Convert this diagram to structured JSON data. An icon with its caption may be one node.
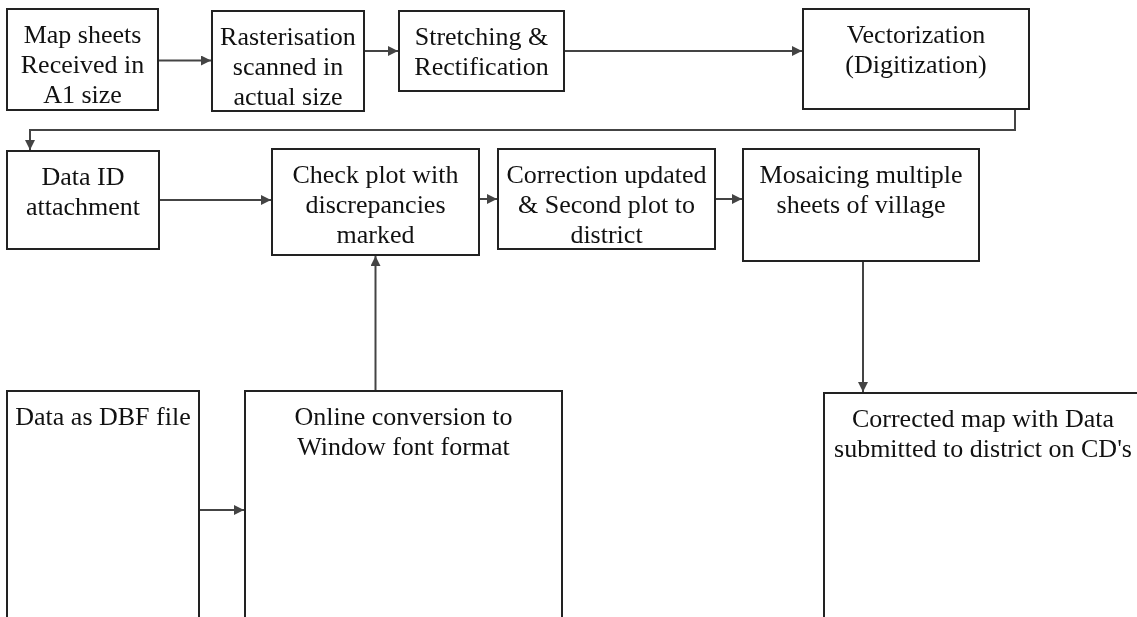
{
  "diagram": {
    "nodes": [
      {
        "text": [
          "Map sheets Received in A1 size"
        ]
      },
      {
        "text": [
          "Rasterisation scanned in actual size"
        ]
      },
      {
        "text": [
          "Stretching & Rectification"
        ]
      },
      {
        "text": [
          "Vectorization (Digitization)"
        ]
      },
      {
        "text": [
          "Data ID attachment"
        ]
      },
      {
        "text": [
          "Check plot with discrepancies marked"
        ]
      },
      {
        "text": [
          "Correction updated & Second plot to district"
        ]
      },
      {
        "text": [
          "Mosaicing multiple sheets of village"
        ]
      },
      {
        "text": [
          "Data as DBF file"
        ]
      },
      {
        "text": [
          "Online conversion to Window font format"
        ]
      },
      {
        "text": [
          "Corrected map with Data submitted to district on CD's"
        ]
      }
    ],
    "edges": [
      {
        "from": 0,
        "to": 1,
        "arrow": "to"
      },
      {
        "from": 1,
        "to": 2,
        "arrow": "to"
      },
      {
        "from": 2,
        "to": 3,
        "arrow": "to"
      },
      {
        "from": 3,
        "to": 4,
        "arrow": "to"
      },
      {
        "from": 4,
        "to": 5,
        "arrow": "to"
      },
      {
        "from": 5,
        "to": 6,
        "arrow": "to"
      },
      {
        "from": 6,
        "to": 7,
        "arrow": "to"
      },
      {
        "from": 7,
        "to": 10,
        "arrow": "to"
      },
      {
        "from": 8,
        "to": 9,
        "arrow": "to"
      },
      {
        "from": 9,
        "to": 5,
        "arrow": "to"
      }
    ]
  }
}
